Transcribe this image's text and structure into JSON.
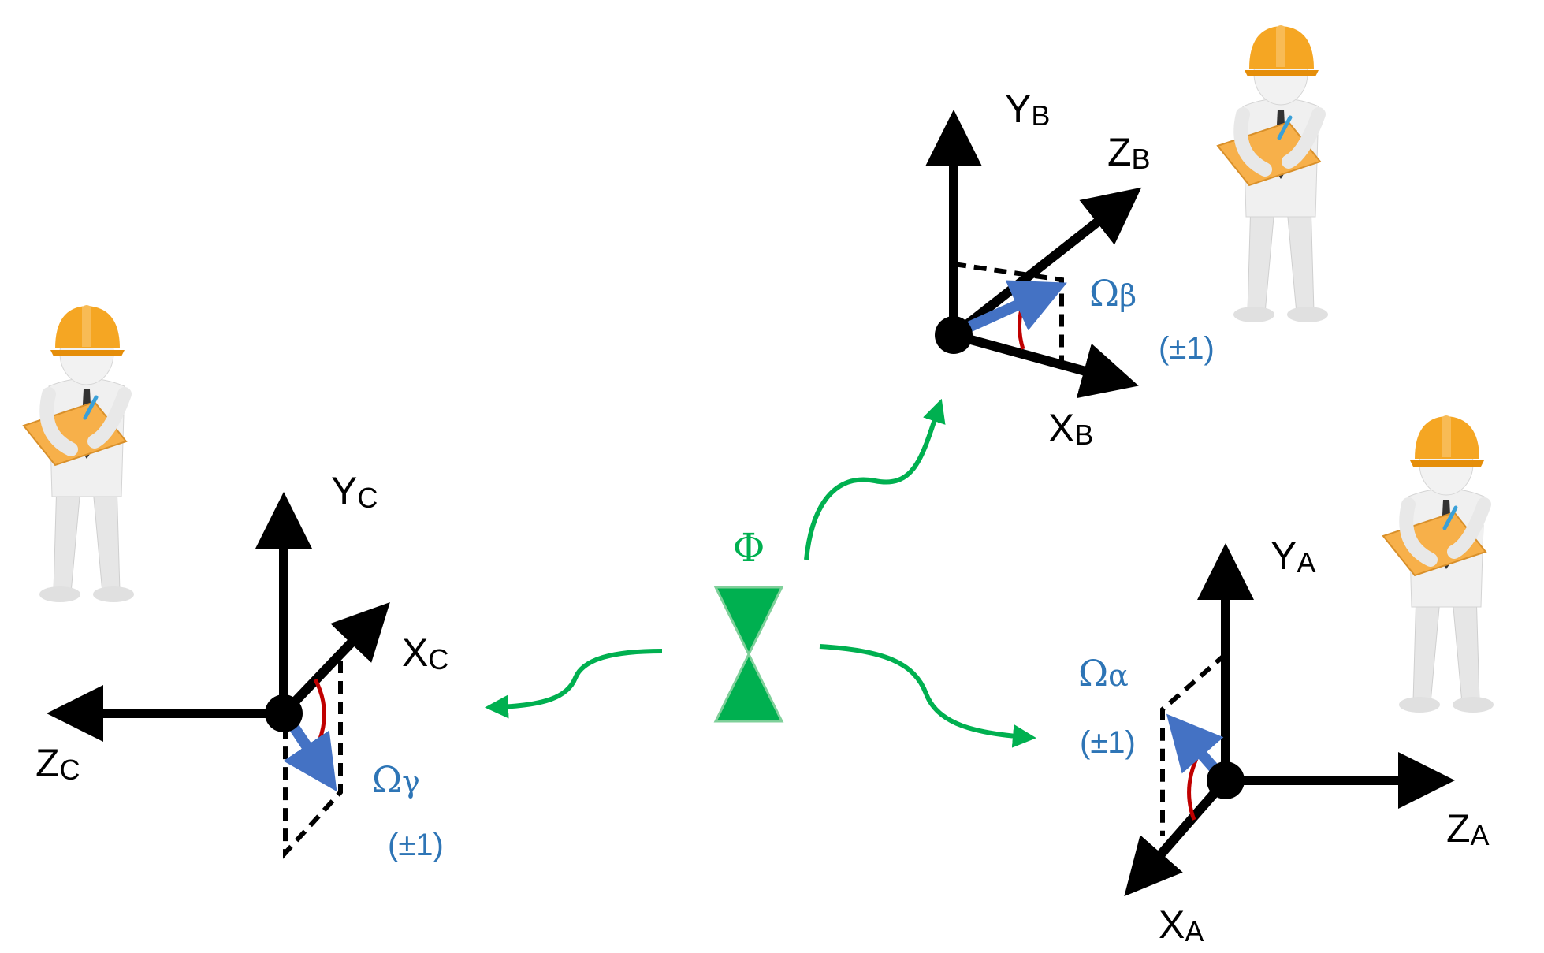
{
  "colors": {
    "axis": "#000000",
    "vector": "#4472c4",
    "vector_label": "#2e75b6",
    "angle_arc": "#c00000",
    "source_green": "#00b050",
    "source_fill": "#00b050",
    "helmet": "#f5a623",
    "clipboard": "#f7b04a",
    "figure": "#e8e8e8",
    "tie": "#333333"
  },
  "source": {
    "symbol": "Φ",
    "icon": "bowtie-source-icon"
  },
  "frames": {
    "A": {
      "y_label": "Y",
      "y_sub": "A",
      "z_label": "Z",
      "z_sub": "A",
      "x_label": "X",
      "x_sub": "A",
      "omega": "Ω",
      "omega_sub": "α",
      "sign": "(±1)"
    },
    "B": {
      "y_label": "Y",
      "y_sub": "B",
      "z_label": "Z",
      "z_sub": "B",
      "x_label": "X",
      "x_sub": "B",
      "omega": "Ω",
      "omega_sub": "β",
      "sign": "(±1)"
    },
    "C": {
      "y_label": "Y",
      "y_sub": "C",
      "x_label": "X",
      "x_sub": "C",
      "z_label": "Z",
      "z_sub": "C",
      "omega": "Ω",
      "omega_sub": "γ",
      "sign": "(±1)"
    }
  },
  "observers": [
    {
      "name": "observer-a",
      "icon": "worker-with-clipboard-icon"
    },
    {
      "name": "observer-b",
      "icon": "worker-with-clipboard-icon"
    },
    {
      "name": "observer-c",
      "icon": "worker-with-clipboard-icon"
    }
  ]
}
